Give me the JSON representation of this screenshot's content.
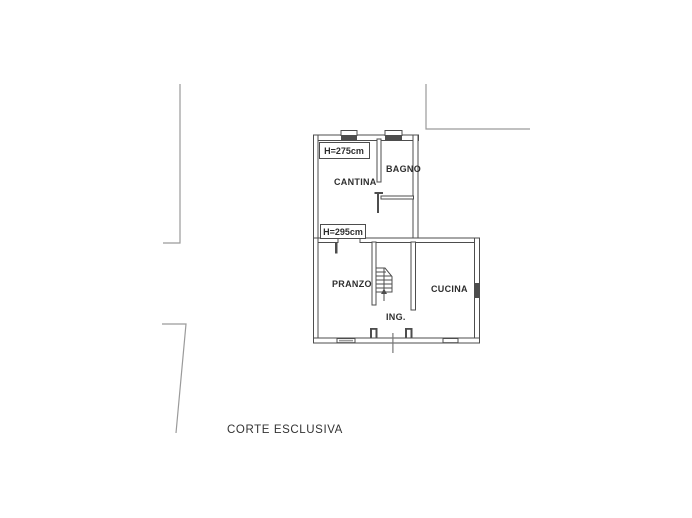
{
  "plan": {
    "caption": "CORTE ESCLUSIVA",
    "rooms": {
      "cantina": {
        "label": "CANTINA",
        "height": "H=275cm"
      },
      "bagno": {
        "label": "BAGNO"
      },
      "pranzo": {
        "label": "PRANZO",
        "height": "H=295cm"
      },
      "cucina": {
        "label": "CUCINA"
      },
      "ingresso": {
        "label": "ING."
      }
    }
  },
  "colors": {
    "wall": "#4d4d4d",
    "boundary": "#9a9a9a",
    "axis": "#777777",
    "text": "#2e2e2e",
    "background": "#ffffff"
  }
}
